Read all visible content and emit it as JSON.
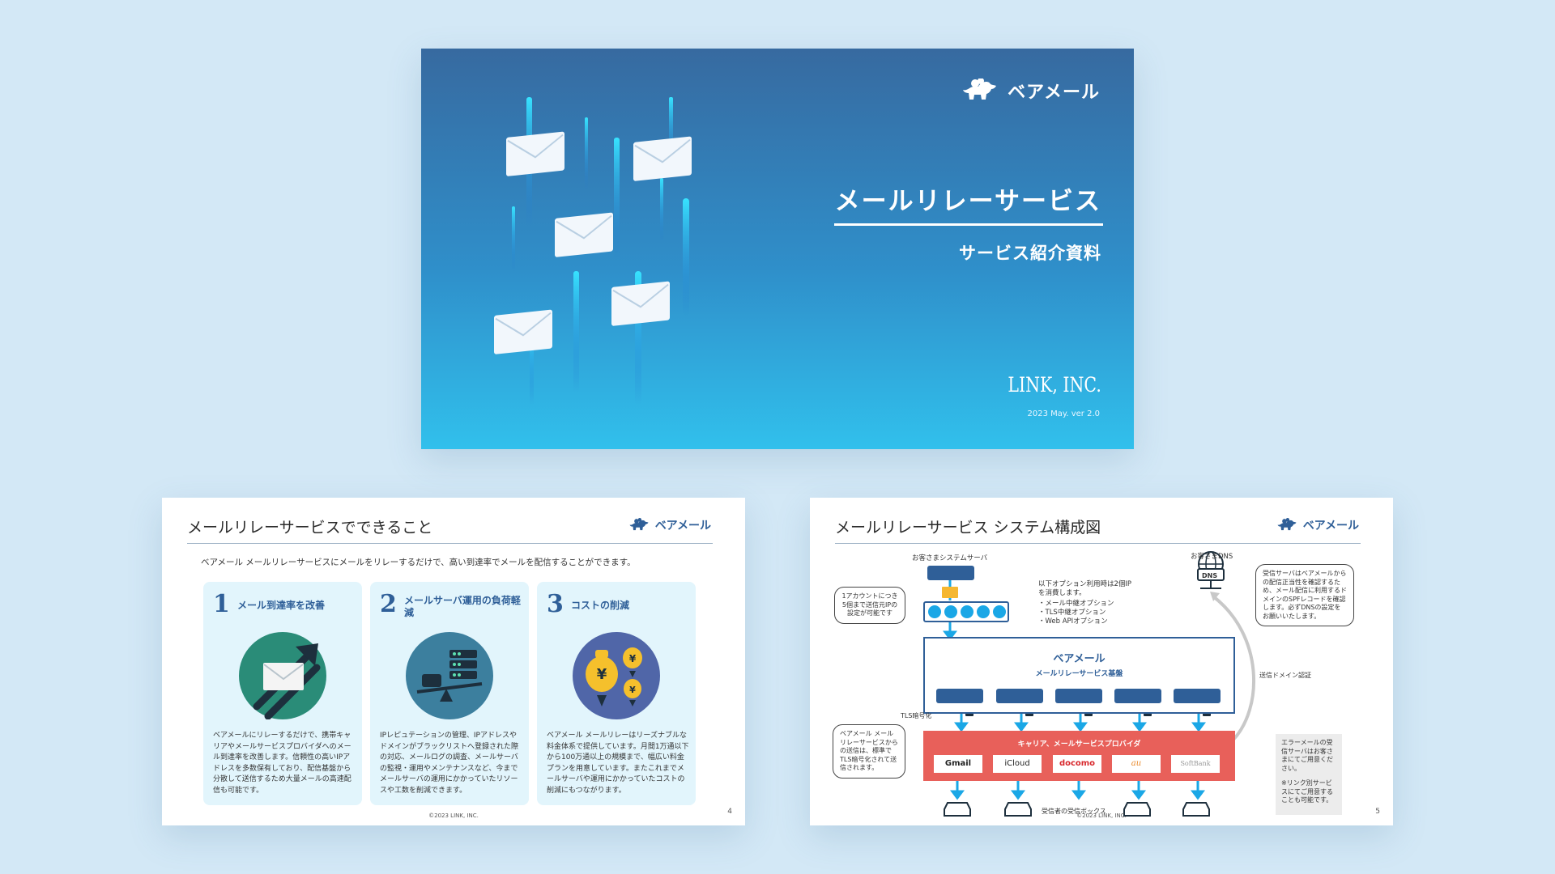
{
  "cover": {
    "brand": "ベアメール",
    "title": "メールリレーサービス",
    "subtitle": "サービス紹介資料",
    "company": "LINK, INC.",
    "date_version": "2023 May. ver 2.0"
  },
  "slide4": {
    "title": "メールリレーサービスでできること",
    "brand": "ベアメール",
    "lead": "ベアメール メールリレーサービスにメールをリレーするだけで、高い到達率でメールを配信することができます。",
    "cards": [
      {
        "number": "1",
        "title": "メール到達率を改善",
        "body": "ベアメールにリレーするだけで、携帯キャリアやメールサービスプロバイダへのメール到達率を改善します。信頼性の高いIPアドレスを多数保有しており、配信基盤から分散して送信するため大量メールの高速配信も可能です。"
      },
      {
        "number": "2",
        "title": "メールサーバ運用の負荷軽減",
        "body": "IPレピュテーションの管理、IPアドレスやドメインがブラックリストへ登録された際の対応、メールログの調査、メールサーバの監視・運用やメンテナンスなど、今までメールサーバの運用にかかっていたリソースや工数を削減できます。"
      },
      {
        "number": "3",
        "title": "コストの削減",
        "body": "ベアメール メールリレーはリーズナブルな料金体系で提供しています。月間1万通以下から100万通以上の規模まで、幅広い料金プランを用意しています。またこれまでメールサーバや運用にかかっていたコストの削減にもつながります。"
      }
    ],
    "footer": "©2023 LINK, INC.",
    "page": "4"
  },
  "slide5": {
    "title": "メールリレーサービス システム構成図",
    "brand": "ベアメール",
    "customer_server": "お客さまシステムサーバ",
    "customer_dns": "お客さまDNS",
    "dns_label": "DNS",
    "bubble_left_top": "1アカウントにつき5個まで送信元IPの設定が可能です",
    "options_heading": "以下オプション利用時は2個IPを消費します。",
    "options": [
      "・メール中継オプション",
      "・TLS中継オプション",
      "・Web APIオプション"
    ],
    "bubble_right_top": "受信サーバはベアメールからの配信正当性を確認するため、メール配信に利用するドメインのSPFレコードを確認します。必ずDNSの設定をお願いいたします。",
    "platform_brand": "ベアメール",
    "platform_label": "メールリレーサービス基盤",
    "sender_auth": "送信ドメイン認証",
    "tls_label": "TLS暗号化",
    "bubble_left_bottom": "ベアメール メールリレーサービスからの送信は、標準でTLS暗号化されて送信されます。",
    "carrier_label": "キャリア、メールサービスプロバイダ",
    "providers": [
      "Gmail",
      "iCloud",
      "docomo",
      "au",
      "SoftBank"
    ],
    "inbox_label": "受信者の受信ボックス",
    "grey_note_1": "エラーメールの受信サーバはお客さまにてご用意ください。",
    "grey_note_2": "※リンク別サービスにてご用意することも可能です。",
    "footer": "©2023 LINK, INC.",
    "page": "5"
  },
  "colors": {
    "background": "#d3e8f6",
    "brand_blue": "#2f5f98",
    "card_bg": "#e2f5fc",
    "carrier_red": "#e8605a",
    "accent_cyan": "#1aa7e6"
  }
}
